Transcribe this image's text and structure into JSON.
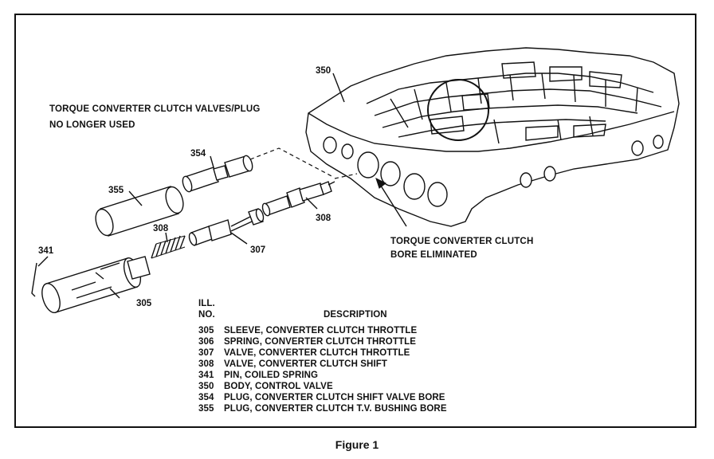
{
  "note": {
    "line1": "TORQUE CONVERTER CLUTCH VALVES/PLUG",
    "line2": "NO LONGER USED"
  },
  "bore_note": {
    "line1": "TORQUE CONVERTER CLUTCH",
    "line2": "BORE ELIMINATED"
  },
  "callouts": {
    "c350": "350",
    "c354": "354",
    "c355": "355",
    "c308a": "308",
    "c308b": "308",
    "c307": "307",
    "c341": "341",
    "c305": "305"
  },
  "legend": {
    "header_ill": "ILL.",
    "header_no": "NO.",
    "header_desc": "DESCRIPTION",
    "items": [
      {
        "no": "305",
        "desc": "SLEEVE, CONVERTER CLUTCH THROTTLE"
      },
      {
        "no": "306",
        "desc": "SPRING, CONVERTER CLUTCH THROTTLE"
      },
      {
        "no": "307",
        "desc": "VALVE, CONVERTER CLUTCH THROTTLE"
      },
      {
        "no": "308",
        "desc": "VALVE, CONVERTER CLUTCH SHIFT"
      },
      {
        "no": "341",
        "desc": "PIN, COILED SPRING"
      },
      {
        "no": "350",
        "desc": "BODY, CONTROL VALVE"
      },
      {
        "no": "354",
        "desc": "PLUG, CONVERTER CLUTCH SHIFT VALVE BORE"
      },
      {
        "no": "355",
        "desc": "PLUG, CONVERTER CLUTCH T.V. BUSHING BORE"
      }
    ]
  },
  "caption": "Figure 1"
}
